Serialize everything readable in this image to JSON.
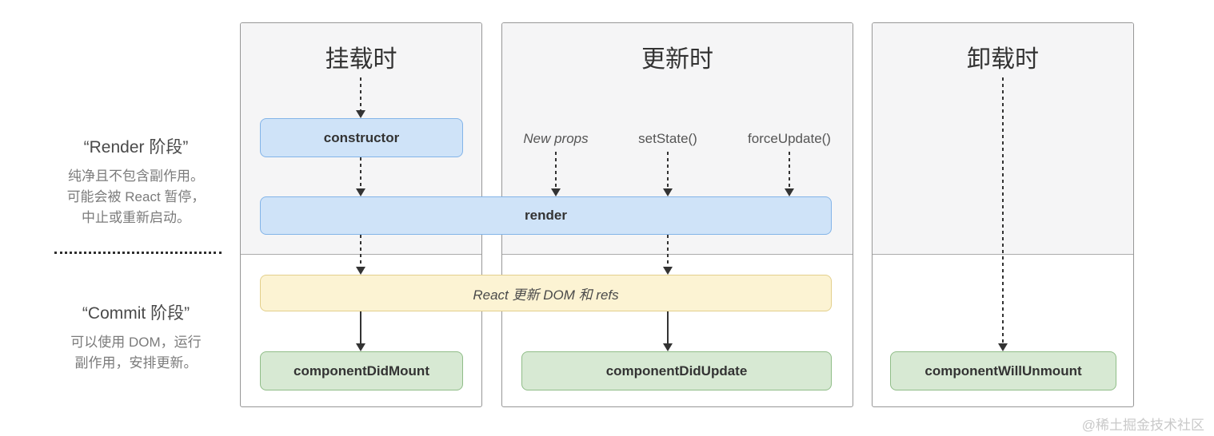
{
  "phases": {
    "render": {
      "title": "“Render 阶段”",
      "desc_lines": [
        "纯净且不包含副作用。",
        "可能会被 React 暂停，",
        "中止或重新启动。"
      ]
    },
    "commit": {
      "title": "“Commit 阶段”",
      "desc_lines": [
        "可以使用 DOM，运行",
        "副作用，安排更新。"
      ]
    }
  },
  "columns": {
    "mounting": {
      "title": "挂载时"
    },
    "updating": {
      "title": "更新时",
      "triggers": [
        "New props",
        "setState()",
        "forceUpdate()"
      ]
    },
    "unmounting": {
      "title": "卸载时"
    }
  },
  "boxes": {
    "constructor": {
      "label": "constructor"
    },
    "render": {
      "label": "render"
    },
    "react_updates": {
      "label": "React 更新 DOM 和 refs"
    },
    "component_did_mount": {
      "label": "componentDidMount"
    },
    "component_did_update": {
      "label": "componentDidUpdate"
    },
    "component_will_unmount": {
      "label": "componentWillUnmount"
    }
  },
  "watermark": "@稀土掘金技术社区",
  "colors": {
    "box_blue_bg": "#cfe3f8",
    "box_blue_border": "#83b4e8",
    "box_yellow_bg": "#fcf3d3",
    "box_yellow_border": "#e3cf8b",
    "box_green_bg": "#d7e9d3",
    "box_green_border": "#90bd88",
    "panel_top_bg": "#f5f5f6",
    "panel_border": "#979797",
    "arrow": "#333333",
    "watermark_text": "#c9c9c9"
  }
}
